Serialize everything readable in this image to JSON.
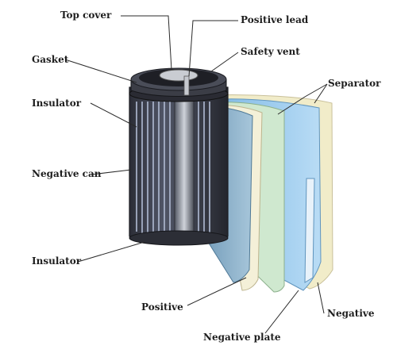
{
  "labels": {
    "top_cover": "Top cover",
    "positive_lead": "Positive lead",
    "gasket": "Gasket",
    "safety_vent": "Safety vent",
    "separator": "Separator",
    "insulator_top": "Insulator",
    "negative_can": "Negative can",
    "insulator_bottom": "Insulator",
    "positive": "Positive",
    "negative": "Negative",
    "negative_plate": "Negative plate"
  },
  "colors": {
    "text": "#1e1e1e",
    "leader": "#2a2a2a",
    "can_dark": "#3a3c45",
    "can_rib": "#9aa4bd",
    "cathode_sheet": "#7fa7c4",
    "separator_green": "#cfe8cf",
    "anode_sheet": "#8fc3ea",
    "outer_sheet": "#f1ecc9"
  }
}
